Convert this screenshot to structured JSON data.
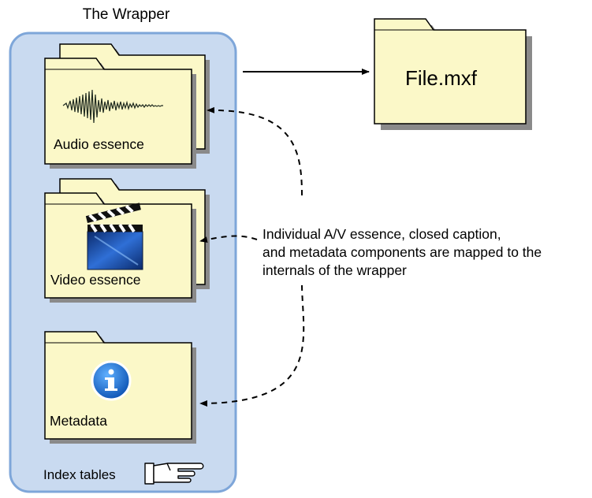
{
  "wrapper": {
    "title": "The Wrapper",
    "index_label": "Index tables",
    "folders": [
      {
        "label": "Audio essence",
        "icon": "audio-waveform-icon"
      },
      {
        "label": "Video essence",
        "icon": "clapperboard-icon"
      },
      {
        "label": "Metadata",
        "icon": "info-icon"
      }
    ]
  },
  "output_file": {
    "label": "File.mxf"
  },
  "caption_lines": [
    "Individual A/V essence, closed caption,",
    "and metadata components are mapped to the",
    "internals of the wrapper"
  ],
  "colors": {
    "wrapper_fill": "#c9daf0",
    "wrapper_border": "#7ea6d9",
    "folder_fill": "#fbf8c8",
    "shadow": "#8a8a8a",
    "info_blue": "#1f6fd0"
  }
}
